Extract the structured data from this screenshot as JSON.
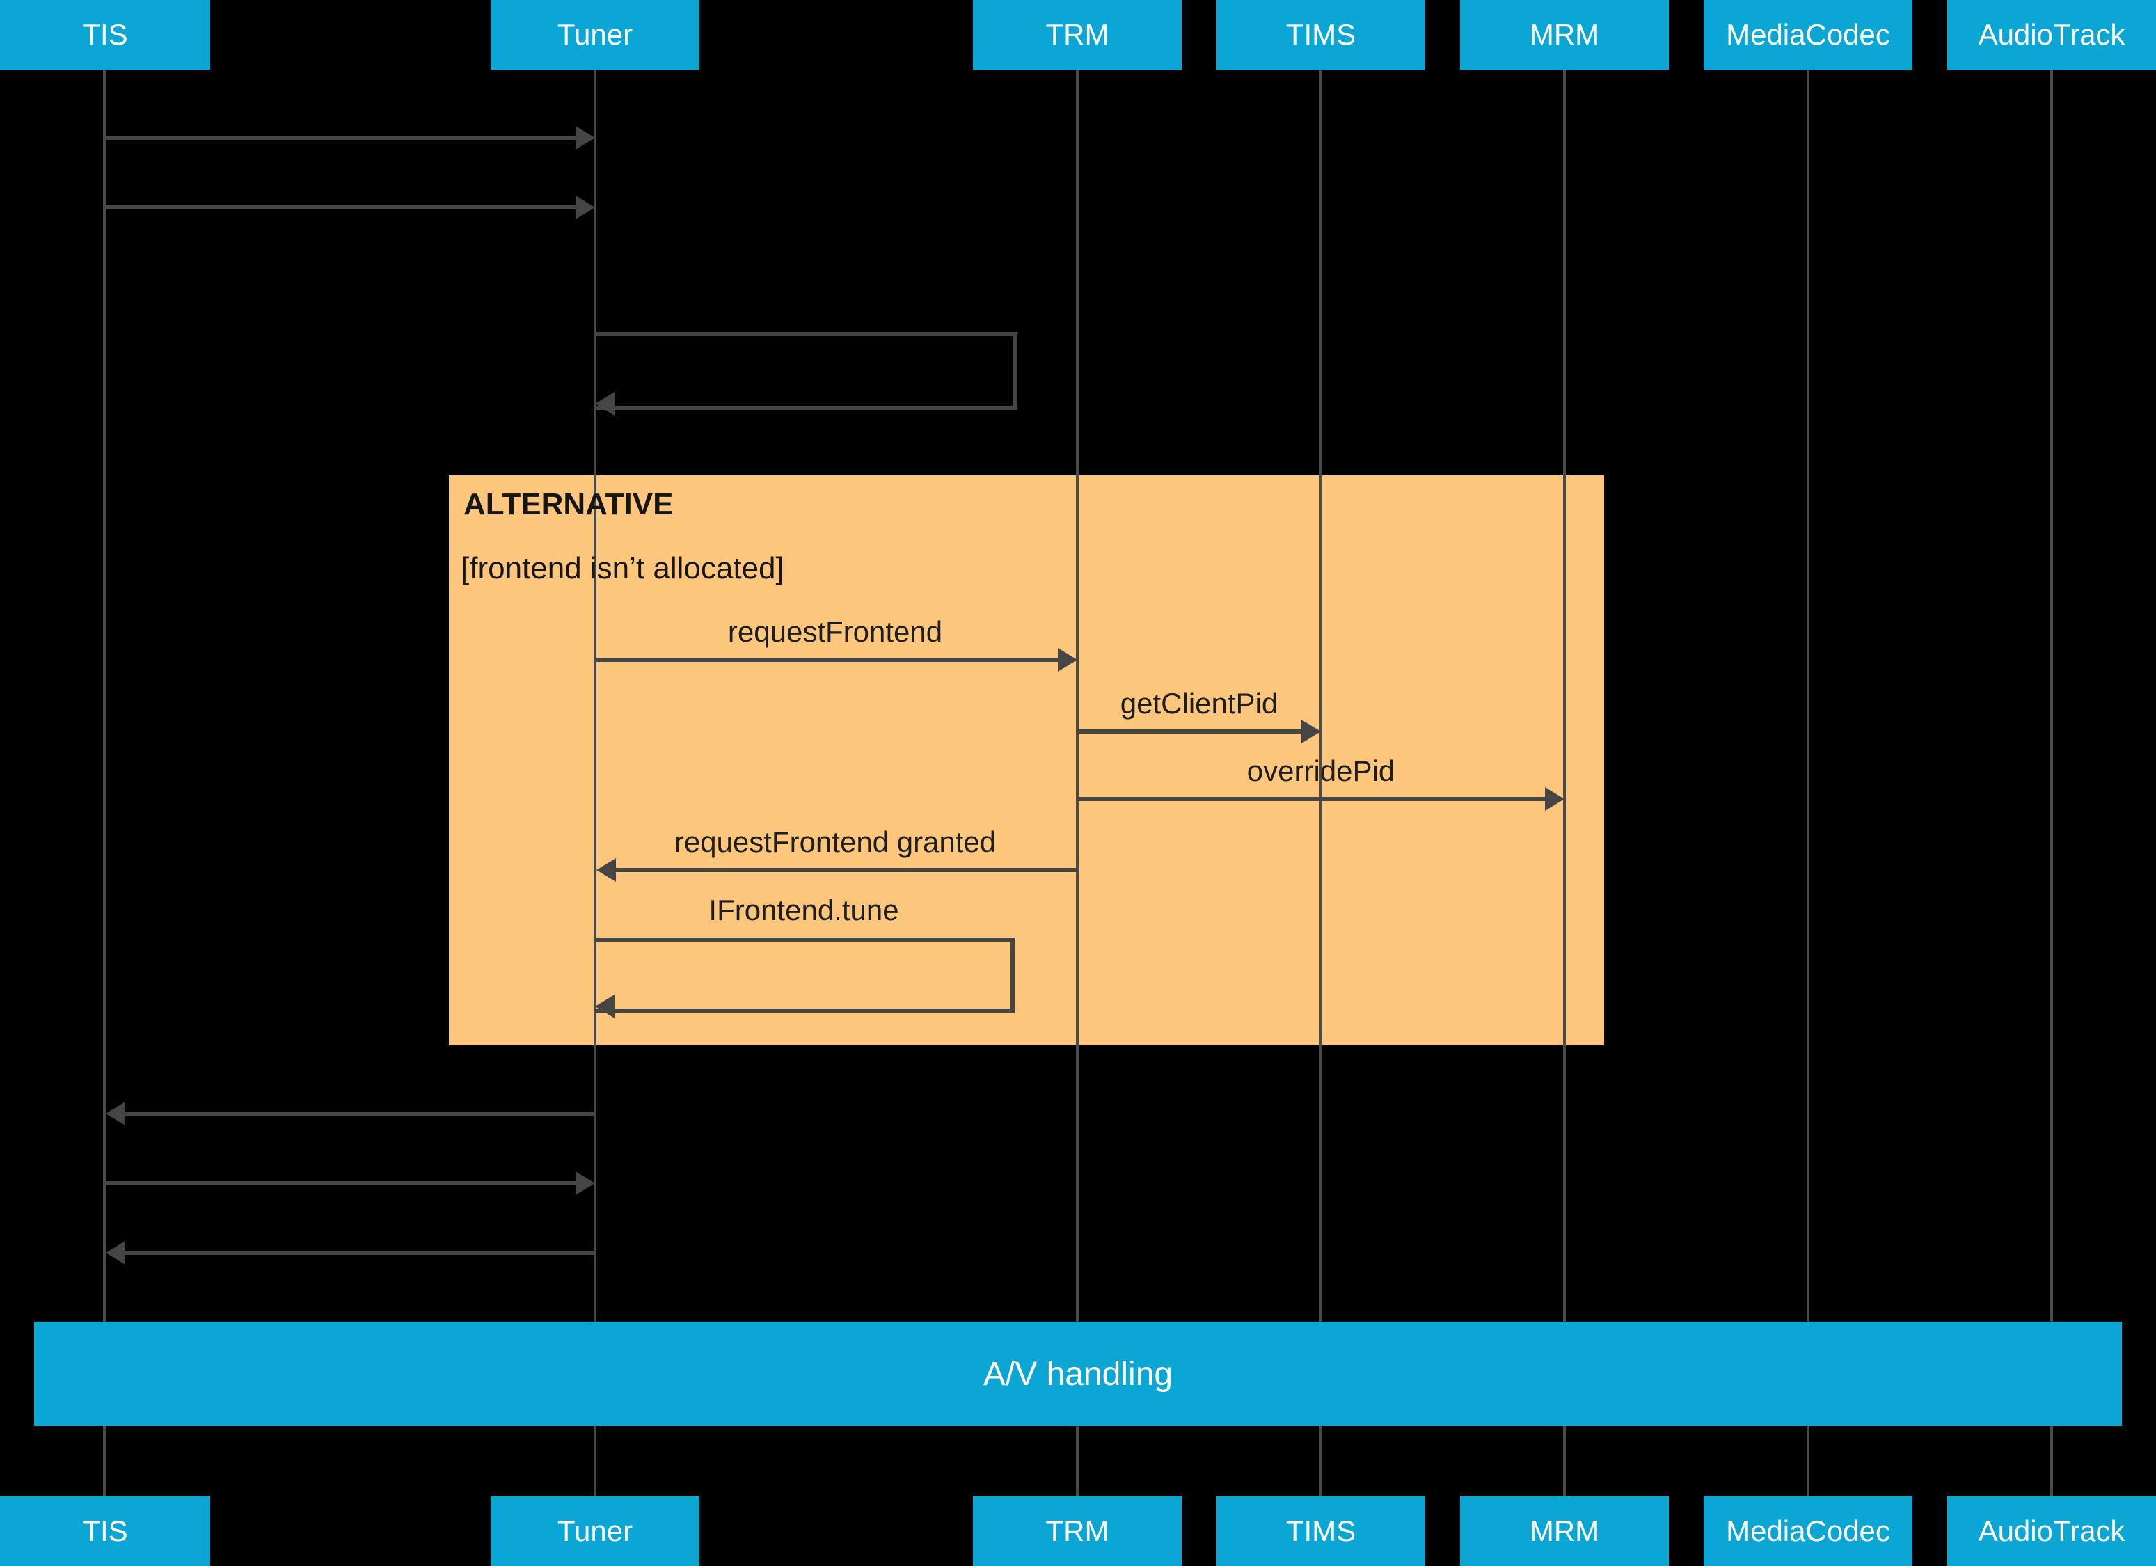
{
  "diagram": {
    "type": "sequence-diagram",
    "participants": [
      {
        "label": "TIS"
      },
      {
        "label": "Tuner"
      },
      {
        "label": "TRM"
      },
      {
        "label": "TIMS"
      },
      {
        "label": "MRM"
      },
      {
        "label": "MediaCodec"
      },
      {
        "label": "AudioTrack"
      }
    ],
    "alt_block": {
      "title": "ALTERNATIVE",
      "condition": "[frontend isn’t allocated]"
    },
    "messages": {
      "request_frontend": "requestFrontend",
      "get_client_pid": "getClientPid",
      "override_pid": "overridePid",
      "request_frontend_granted": "requestFrontend granted",
      "ifrontend_tune": "IFrontend.tune"
    },
    "flows": [
      {
        "from": "TIS",
        "to": "Tuner",
        "label": "",
        "self": false,
        "in_alt": false
      },
      {
        "from": "TIS",
        "to": "Tuner",
        "label": "",
        "self": false,
        "in_alt": false
      },
      {
        "from": "Tuner",
        "to": "Tuner",
        "label": "",
        "self": true,
        "in_alt": false
      },
      {
        "from": "Tuner",
        "to": "TRM",
        "label": "requestFrontend",
        "self": false,
        "in_alt": true
      },
      {
        "from": "TRM",
        "to": "TIMS",
        "label": "getClientPid",
        "self": false,
        "in_alt": true
      },
      {
        "from": "TRM",
        "to": "MRM",
        "label": "overridePid",
        "self": false,
        "in_alt": true
      },
      {
        "from": "TRM",
        "to": "Tuner",
        "label": "requestFrontend granted",
        "self": false,
        "in_alt": true
      },
      {
        "from": "Tuner",
        "to": "Tuner",
        "label": "IFrontend.tune",
        "self": true,
        "in_alt": true
      },
      {
        "from": "Tuner",
        "to": "TIS",
        "label": "",
        "self": false,
        "in_alt": false
      },
      {
        "from": "TIS",
        "to": "Tuner",
        "label": "",
        "self": false,
        "in_alt": false
      },
      {
        "from": "Tuner",
        "to": "TIS",
        "label": "",
        "self": false,
        "in_alt": false
      }
    ],
    "av_bar": {
      "label": "A/V handling"
    },
    "colors": {
      "background": "#000000",
      "participant_fill": "#0ca6d4",
      "participant_text": "#ffffff",
      "alt_fill": "#fcc77c",
      "line": "#454545",
      "label_text": "#1e1e1e"
    }
  }
}
